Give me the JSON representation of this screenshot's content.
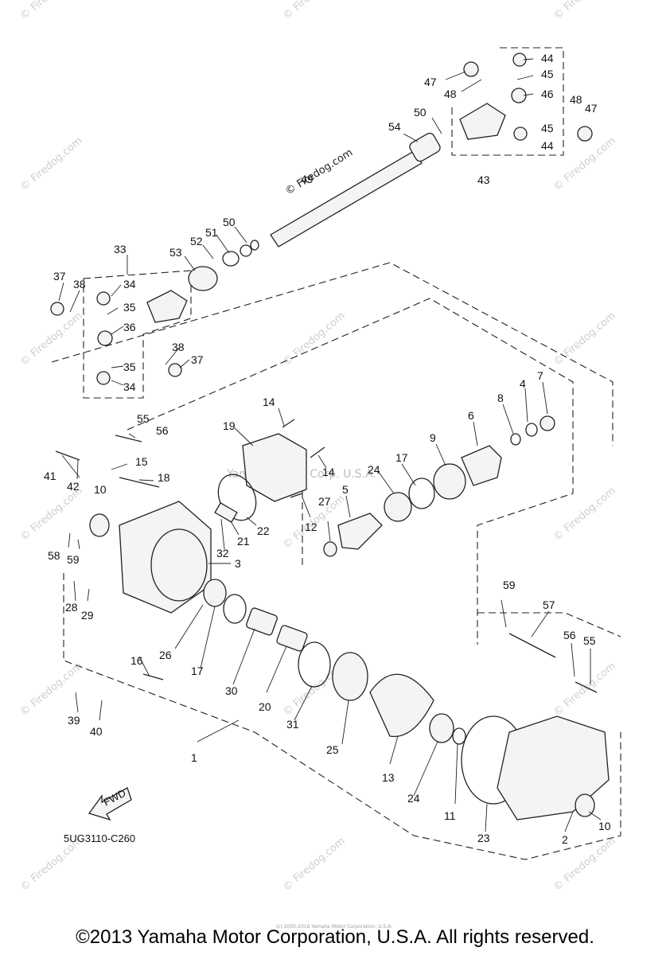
{
  "diagram": {
    "code": "5UG3110-C260",
    "fwd_label": "FWD",
    "center_watermark": "Yamaha Motor Corp. U.S.A.",
    "diagonal_watermark": "© Firedog.com",
    "corner_watermark": "© Firedog.com",
    "callouts": [
      "1",
      "2",
      "3",
      "4",
      "5",
      "6",
      "7",
      "8",
      "9",
      "10",
      "11",
      "12",
      "13",
      "14",
      "15",
      "16",
      "17",
      "18",
      "19",
      "20",
      "21",
      "22",
      "23",
      "24",
      "25",
      "26",
      "27",
      "28",
      "29",
      "30",
      "31",
      "32",
      "33",
      "34",
      "35",
      "36",
      "37",
      "38",
      "39",
      "40",
      "41",
      "42",
      "43",
      "44",
      "45",
      "46",
      "47",
      "48",
      "49",
      "50",
      "51",
      "52",
      "53",
      "54",
      "55",
      "56",
      "57",
      "58",
      "59"
    ]
  },
  "footer": {
    "copyright": "©2013 Yamaha Motor Corporation, U.S.A. All rights reserved.",
    "tiny": "(c) 2005-2016 Yamaha Motor Corporation, U.S.A."
  }
}
